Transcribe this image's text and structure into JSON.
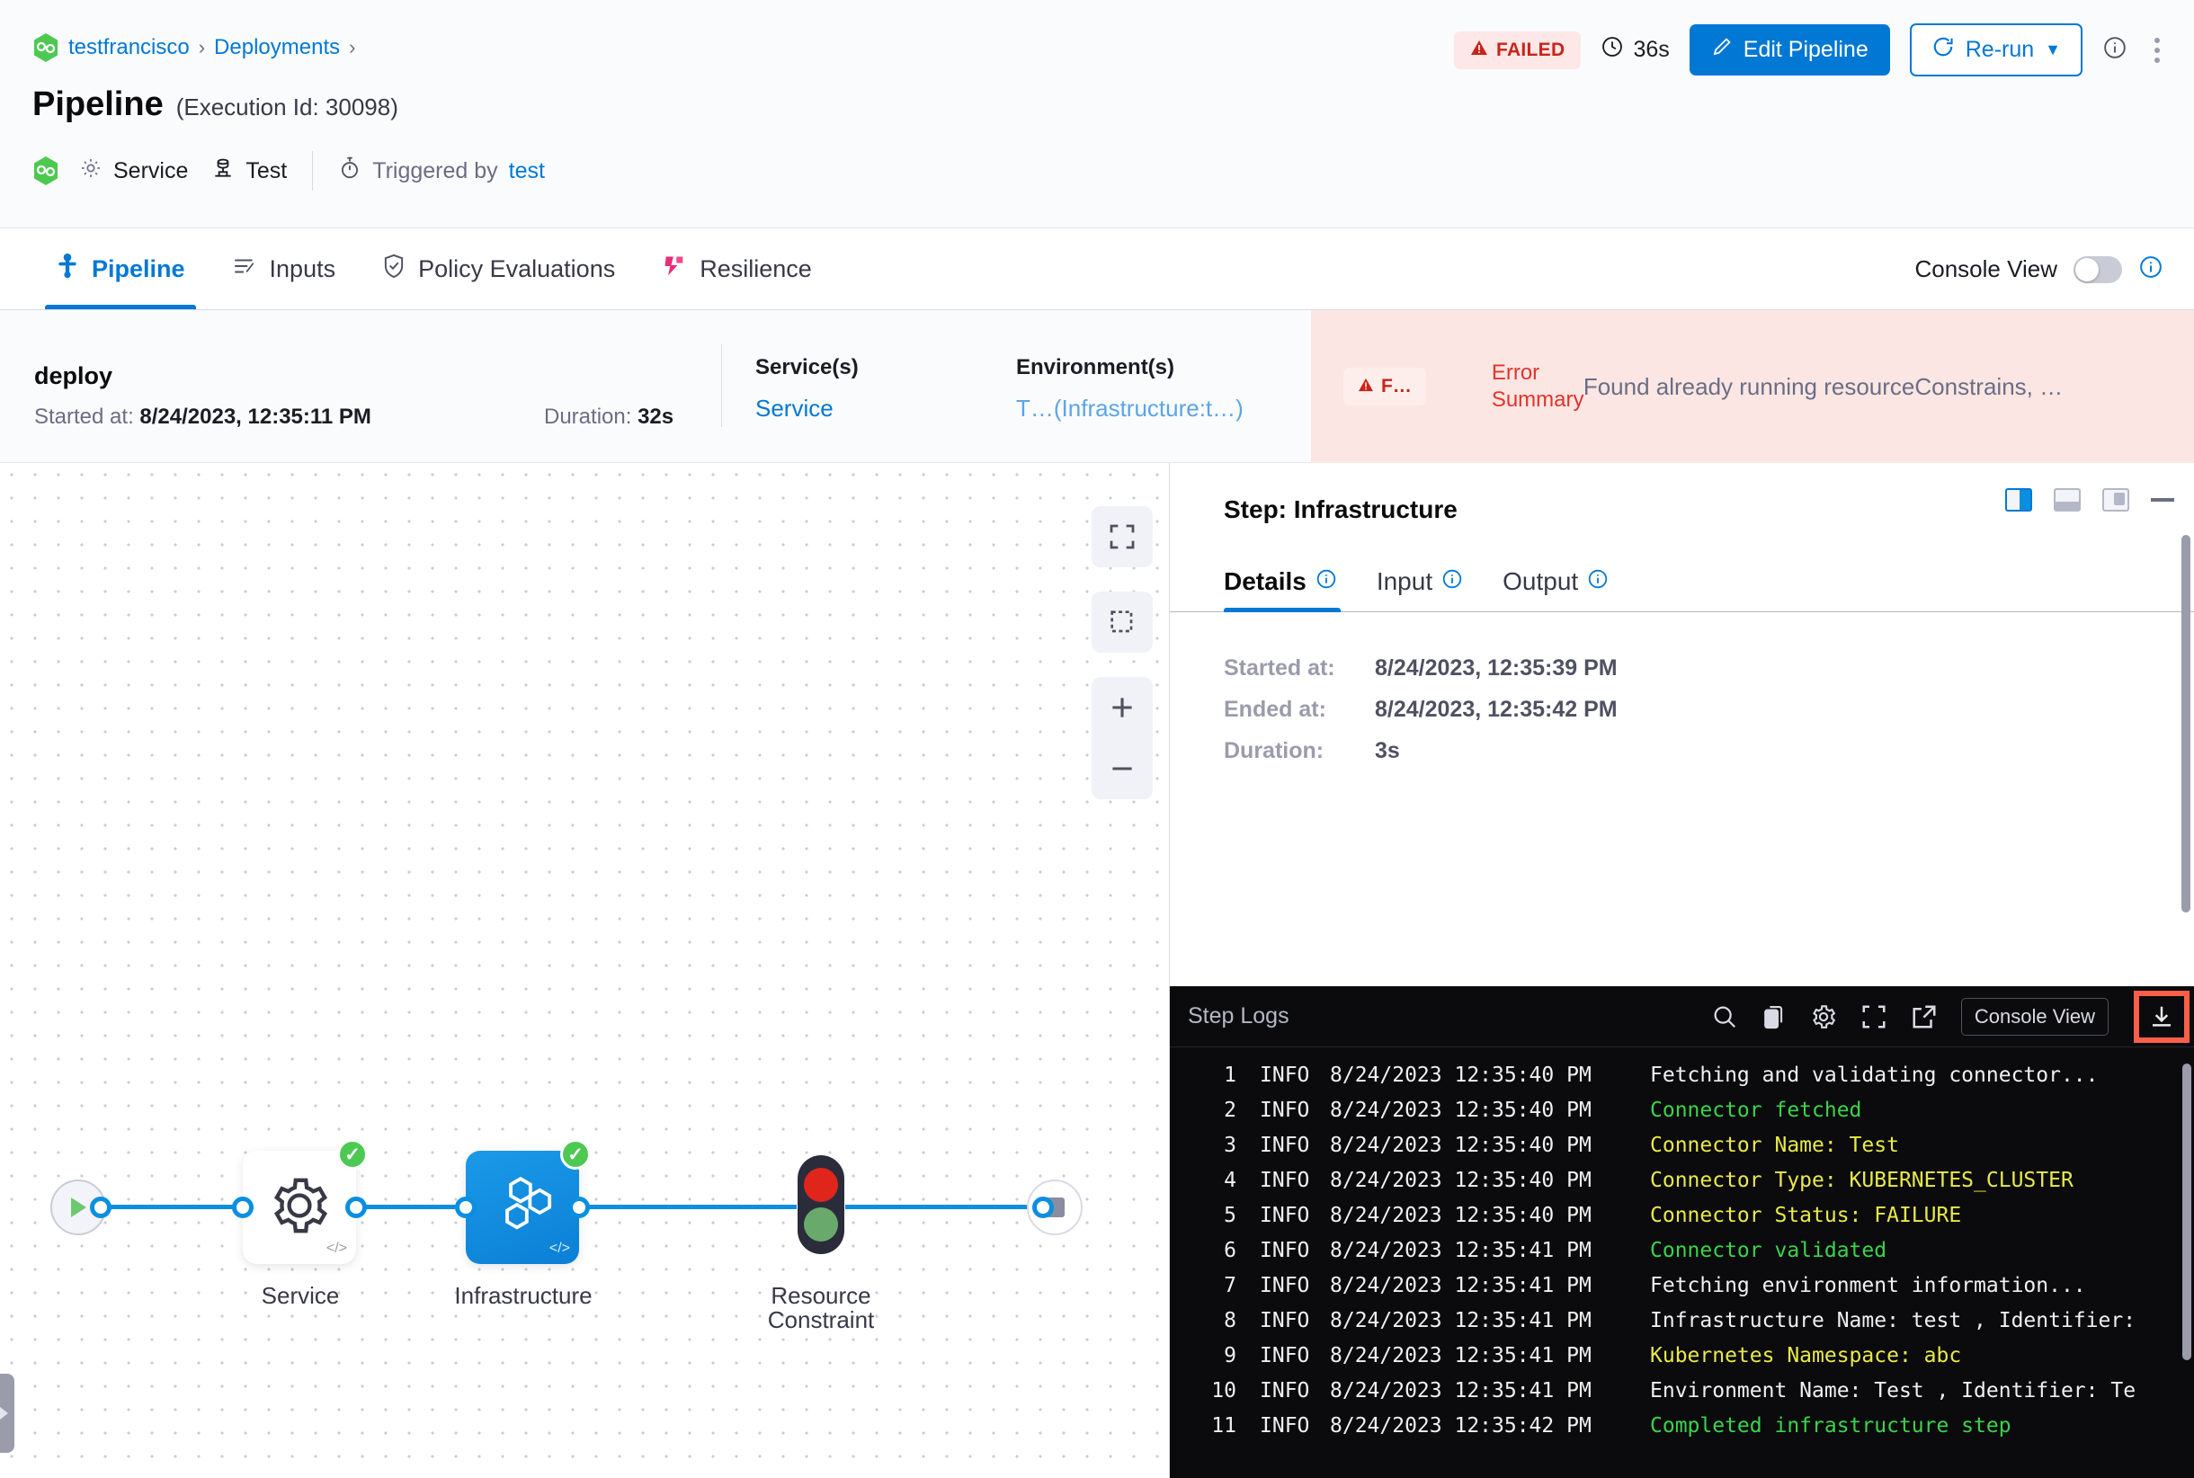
{
  "header": {
    "breadcrumb": [
      {
        "label": "testfrancisco",
        "icon": "harness-logo-icon"
      },
      {
        "label": "Deployments"
      }
    ],
    "title": "Pipeline",
    "execution_id_text": "(Execution Id: 30098)",
    "meta": {
      "service_label": "Service",
      "test_label": "Test",
      "triggered_by_prefix": "Triggered by",
      "triggered_by_user": "test"
    },
    "status_badge": "FAILED",
    "duration": "36s",
    "edit_pipeline_label": "Edit Pipeline",
    "rerun_label": "Re-run"
  },
  "tabs": [
    {
      "label": "Pipeline",
      "icon": "pipeline-icon",
      "active": true
    },
    {
      "label": "Inputs",
      "icon": "inputs-icon",
      "active": false
    },
    {
      "label": "Policy Evaluations",
      "icon": "shield-check-icon",
      "active": false
    },
    {
      "label": "Resilience",
      "icon": "resilience-icon",
      "active": false
    }
  ],
  "console_view": {
    "label": "Console View",
    "enabled": false
  },
  "stage": {
    "name": "deploy",
    "started_label": "Started at:",
    "started_value": "8/24/2023, 12:35:11 PM",
    "duration_label": "Duration:",
    "duration_value": "32s",
    "services_header": "Service(s)",
    "services_value": "Service",
    "environments_header": "Environment(s)",
    "environments_value": "T…(Infrastructure:t…)"
  },
  "error_summary": {
    "chip": "F…",
    "label": "Error Summary",
    "text": "Found already running resourceConstrains, …"
  },
  "graph": {
    "nodes": [
      {
        "name": "Service",
        "icon": "gear-icon",
        "status": "success",
        "selected": false
      },
      {
        "name": "Infrastructure",
        "icon": "hexagons-icon",
        "status": "success",
        "selected": true
      },
      {
        "name": "Resource Constraint",
        "icon": "traffic-light-icon",
        "status": "none",
        "selected": false
      }
    ],
    "controls": [
      "fit-screen-icon",
      "select-area-icon",
      "zoom-in-icon",
      "zoom-out-icon"
    ]
  },
  "step_panel": {
    "title": "Step: Infrastructure",
    "layout_icons": [
      "panel-right-icon",
      "panel-bottom-icon",
      "panel-float-icon",
      "minimize-icon"
    ],
    "tabs": [
      {
        "label": "Details",
        "active": true
      },
      {
        "label": "Input",
        "active": false
      },
      {
        "label": "Output",
        "active": false
      }
    ],
    "details": [
      {
        "key": "Started at:",
        "value": "8/24/2023, 12:35:39 PM"
      },
      {
        "key": "Ended at:",
        "value": "8/24/2023, 12:35:42 PM"
      },
      {
        "key": "Duration:",
        "value": "3s"
      }
    ]
  },
  "logs": {
    "title": "Step Logs",
    "tools": [
      "search-icon",
      "copy-icon",
      "gear-icon",
      "fullscreen-icon",
      "open-external-icon"
    ],
    "console_view_pill": "Console View",
    "download_icon": "download-icon",
    "lines": [
      {
        "n": "1",
        "level": "INFO",
        "ts": "8/24/2023 12:35:40 PM",
        "msg": "Fetching and validating connector...",
        "color": "plain"
      },
      {
        "n": "2",
        "level": "INFO",
        "ts": "8/24/2023 12:35:40 PM",
        "msg": "Connector fetched",
        "color": "green"
      },
      {
        "n": "3",
        "level": "INFO",
        "ts": "8/24/2023 12:35:40 PM",
        "msg": "Connector Name: Test",
        "color": "yellow"
      },
      {
        "n": "4",
        "level": "INFO",
        "ts": "8/24/2023 12:35:40 PM",
        "msg": "Connector Type: KUBERNETES_CLUSTER",
        "color": "yellow"
      },
      {
        "n": "5",
        "level": "INFO",
        "ts": "8/24/2023 12:35:40 PM",
        "msg": "Connector Status: FAILURE",
        "color": "yellow"
      },
      {
        "n": "6",
        "level": "INFO",
        "ts": "8/24/2023 12:35:41 PM",
        "msg": "Connector validated",
        "color": "green"
      },
      {
        "n": "7",
        "level": "INFO",
        "ts": "8/24/2023 12:35:41 PM",
        "msg": "Fetching environment information...",
        "color": "plain"
      },
      {
        "n": "8",
        "level": "INFO",
        "ts": "8/24/2023 12:35:41 PM",
        "msg": "Infrastructure Name: test , Identifier:",
        "color": "plain"
      },
      {
        "n": "9",
        "level": "INFO",
        "ts": "8/24/2023 12:35:41 PM",
        "msg": "Kubernetes Namespace: abc",
        "color": "yellow"
      },
      {
        "n": "10",
        "level": "INFO",
        "ts": "8/24/2023 12:35:41 PM",
        "msg": "Environment Name: Test , Identifier: Te",
        "color": "plain"
      },
      {
        "n": "11",
        "level": "INFO",
        "ts": "8/24/2023 12:35:42 PM",
        "msg": "Completed infrastructure step",
        "color": "green"
      }
    ]
  },
  "colors": {
    "accent_blue": "#0278d5",
    "fail_red": "#c8241a",
    "success_green": "#4dc952",
    "highlight_orange": "#fc5e4a"
  }
}
